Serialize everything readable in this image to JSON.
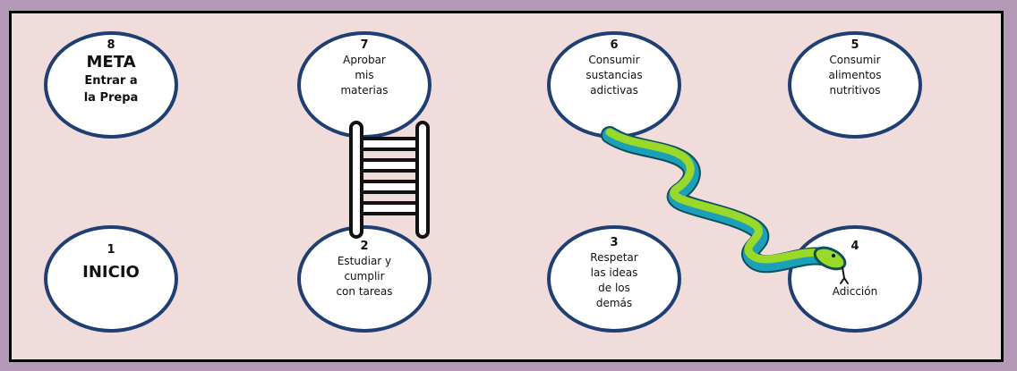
{
  "cells": [
    {
      "number": "8",
      "title": "META",
      "text": "Entrar a\nla Prepa"
    },
    {
      "number": "7",
      "title": "",
      "text": "Aprobar\nmis\nmaterias"
    },
    {
      "number": "6",
      "title": "",
      "text": "Consumir\nsustancias\nadictivas"
    },
    {
      "number": "5",
      "title": "",
      "text": "Consumir\nalimentos\nnutritivos"
    },
    {
      "number": "1",
      "title": "INICIO",
      "text": ""
    },
    {
      "number": "2",
      "title": "",
      "text": "Estudiar y\ncumplir\ncon tareas"
    },
    {
      "number": "3",
      "title": "",
      "text": "Respetar\nlas ideas\nde los\ndemás"
    },
    {
      "number": "4",
      "title": "",
      "text": "Adicción"
    }
  ],
  "colors": {
    "background": "#b59ab8",
    "board": "#f1dcdc",
    "circle_border": "#1f3f73",
    "snake_green": "#9ad82a",
    "snake_blue": "#1c9fb8",
    "ladder": "#111111"
  },
  "icons": [
    "ladder-icon",
    "snake-icon"
  ]
}
